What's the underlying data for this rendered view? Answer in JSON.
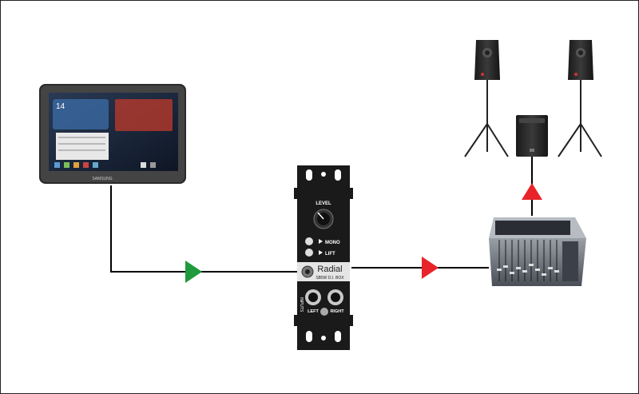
{
  "devices": {
    "tablet": {
      "brand": "SAMSUNG",
      "clock": "14",
      "icon": "tablet-icon"
    },
    "di_box": {
      "level_label": "LEVEL",
      "mono_label": "MONO",
      "lift_label": "LIFT",
      "brand": "Radial",
      "model": "SB5W D.I. BOX",
      "inputs_label": "INPUTS",
      "left_label": "LEFT",
      "right_label": "RIGHT",
      "icon": "di-box-icon"
    },
    "mixer": {
      "icon": "mixer-icon"
    },
    "subwoofer": {
      "icon": "subwoofer-icon"
    },
    "speaker_left": {
      "icon": "speaker-icon"
    },
    "speaker_right": {
      "icon": "speaker-icon"
    }
  },
  "colors": {
    "signal_in": "#1f9a3c",
    "signal_out": "#e8232a",
    "cable": "#000000"
  }
}
